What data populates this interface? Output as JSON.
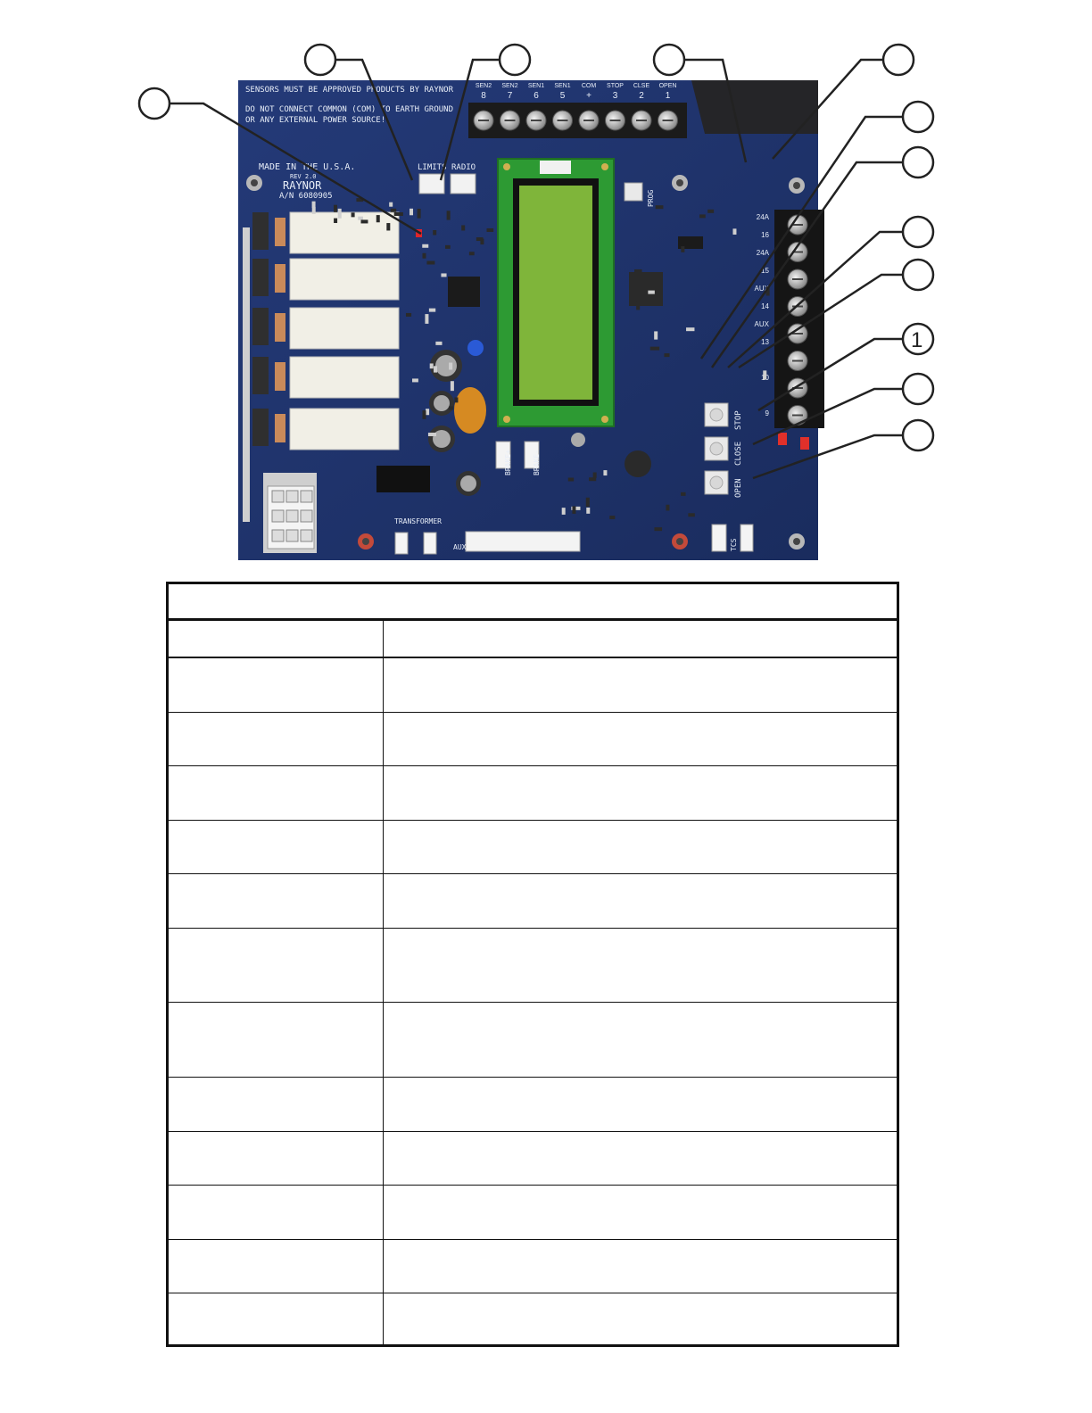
{
  "board": {
    "warning_line1": "SENSORS MUST BE APPROVED PRODUCTS BY RAYNOR",
    "warning_line2": "DO NOT CONNECT COMMON (COM) TO EARTH GROUND",
    "warning_line3": "OR ANY EXTERNAL POWER SOURCE!",
    "made_in": "MADE IN THE U.S.A.",
    "rev": "REV 2.0",
    "brand": "RAYNOR",
    "part_number": "A/N 6080905",
    "limits_label": "LIMITS",
    "radio_label": "RADIO",
    "transformer_label": "TRANSFORMER",
    "aux_label": "AUX",
    "prog_label": "PROG",
    "tcs_label": "TCS",
    "brake_plus": "BRAKE+",
    "brake_minus": "BRAKE-",
    "button_stop": "STOP",
    "button_close": "CLOSE",
    "button_open": "OPEN",
    "top_terminals": [
      {
        "name": "SEN2",
        "num": "8"
      },
      {
        "name": "SEN2",
        "num": "7"
      },
      {
        "name": "SEN1",
        "num": "6"
      },
      {
        "name": "SEN1",
        "num": "5"
      },
      {
        "name": "COM",
        "num": "+"
      },
      {
        "name": "STOP",
        "num": "3"
      },
      {
        "name": "CLSE",
        "num": "2"
      },
      {
        "name": "OPEN",
        "num": "1"
      }
    ],
    "right_terminal_labels": [
      "24A",
      "16",
      "24A",
      "15",
      "AUX",
      "14",
      "AUX",
      "13",
      "",
      "10",
      "",
      "9"
    ]
  },
  "callouts": [
    {
      "label": ""
    },
    {
      "label": ""
    },
    {
      "label": ""
    },
    {
      "label": ""
    },
    {
      "label": ""
    },
    {
      "label": ""
    },
    {
      "label": ""
    },
    {
      "label": ""
    },
    {
      "label": ""
    },
    {
      "label": "1"
    },
    {
      "label": ""
    },
    {
      "label": ""
    }
  ],
  "table": {
    "title": "",
    "header": {
      "col_a": "",
      "col_b": ""
    },
    "rows": [
      {
        "col_a": "",
        "col_b": ""
      },
      {
        "col_a": "",
        "col_b": ""
      },
      {
        "col_a": "",
        "col_b": ""
      },
      {
        "col_a": "",
        "col_b": ""
      },
      {
        "col_a": "",
        "col_b": ""
      },
      {
        "col_a": "",
        "col_b": ""
      },
      {
        "col_a": "",
        "col_b": ""
      },
      {
        "col_a": "",
        "col_b": ""
      },
      {
        "col_a": "",
        "col_b": ""
      },
      {
        "col_a": "",
        "col_b": ""
      },
      {
        "col_a": "",
        "col_b": ""
      },
      {
        "col_a": "",
        "col_b": ""
      }
    ]
  }
}
